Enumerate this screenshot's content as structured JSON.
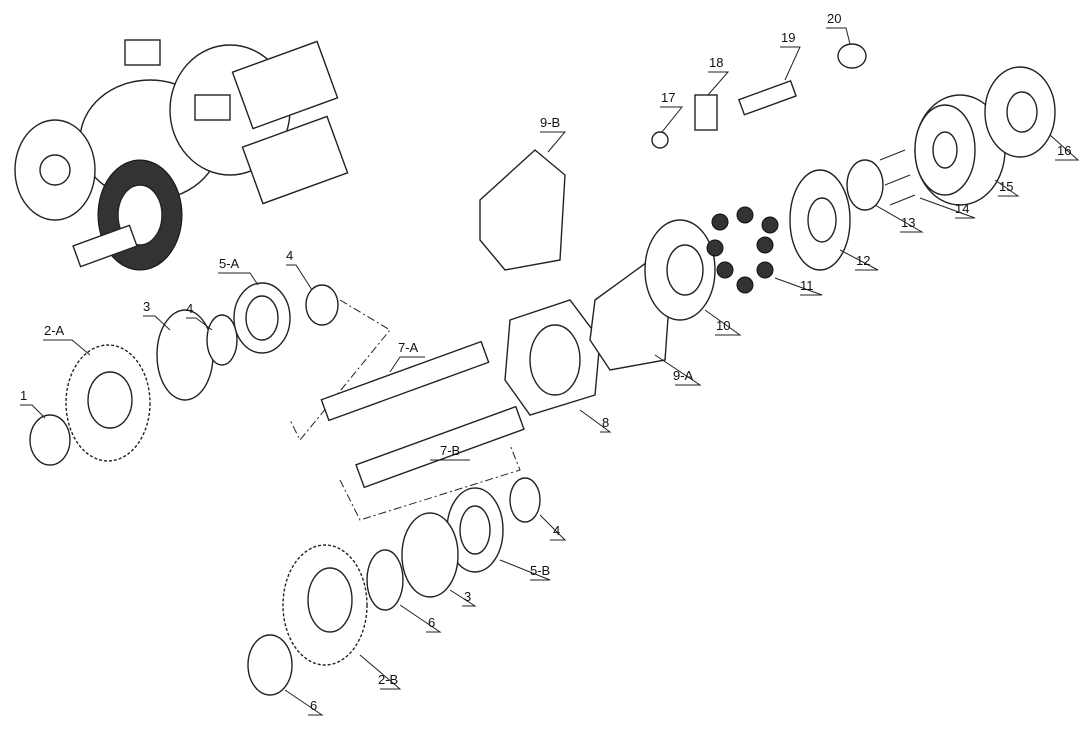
{
  "diagram": {
    "title": "Hydraulic pump exploded parts view",
    "labels": {
      "p1": "1",
      "p2a": "2-A",
      "p3a": "3",
      "p4a": "4",
      "p5a": "5-A",
      "p4b": "4",
      "p7a": "7-A",
      "p7b": "7-B",
      "p8": "8",
      "p9a": "9-A",
      "p9b": "9-B",
      "p10": "10",
      "p11": "11",
      "p12": "12",
      "p13": "13",
      "p14": "14",
      "p15": "15",
      "p16": "16",
      "p17": "17",
      "p18": "18",
      "p19": "19",
      "p20": "20",
      "p4c": "4",
      "p5b": "5-B",
      "p3b": "3",
      "p6a": "6",
      "p2b": "2-B",
      "p6b": "6"
    }
  }
}
